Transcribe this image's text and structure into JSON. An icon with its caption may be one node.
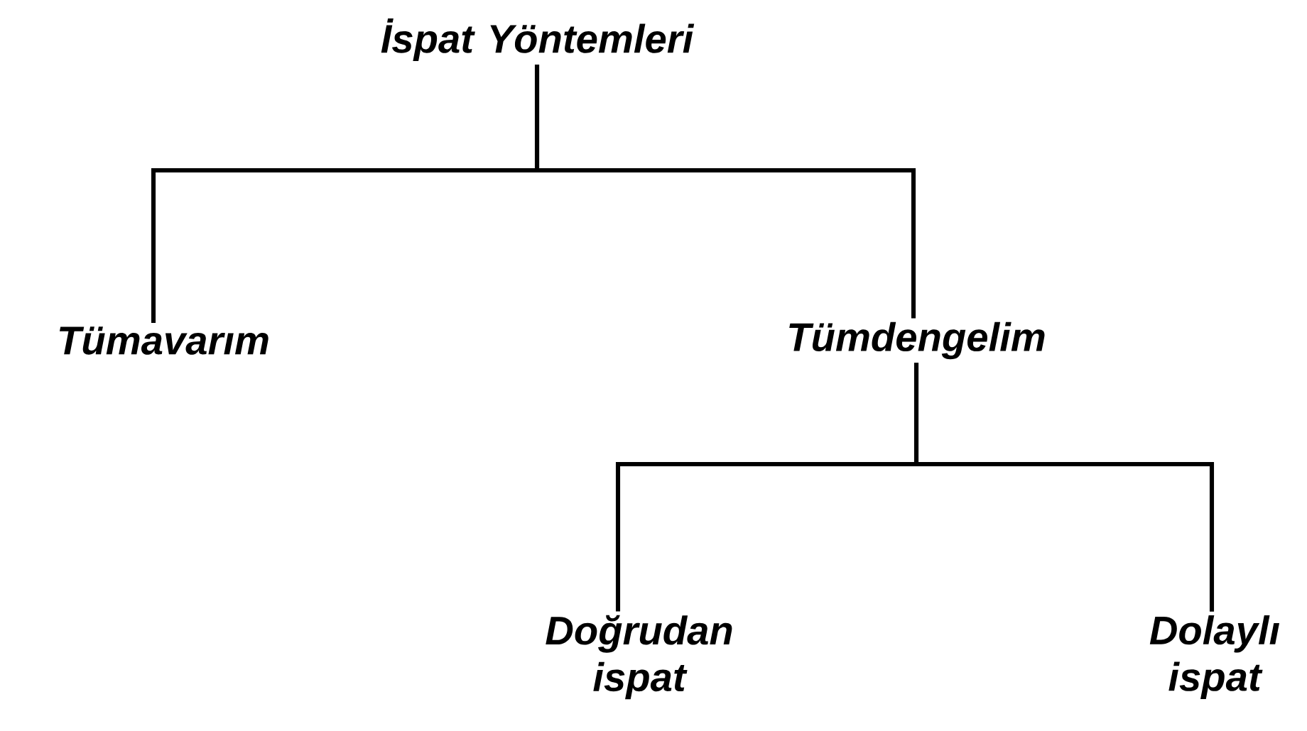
{
  "diagram": {
    "nodes": [
      {
        "text": [
          "İspat Yöntemleri"
        ]
      },
      {
        "text": [
          "Tümavarım"
        ]
      },
      {
        "text": [
          "Tümdengelim"
        ]
      },
      {
        "text": [
          "Doğrudan ispat"
        ]
      },
      {
        "text": [
          "Dolaylı ispat"
        ]
      }
    ],
    "edges": [
      {
        "from": 0,
        "to": 1,
        "arrow": "none"
      },
      {
        "from": 0,
        "to": 2,
        "arrow": "none"
      },
      {
        "from": 2,
        "to": 3,
        "arrow": "none"
      },
      {
        "from": 2,
        "to": 4,
        "arrow": "none"
      }
    ]
  }
}
